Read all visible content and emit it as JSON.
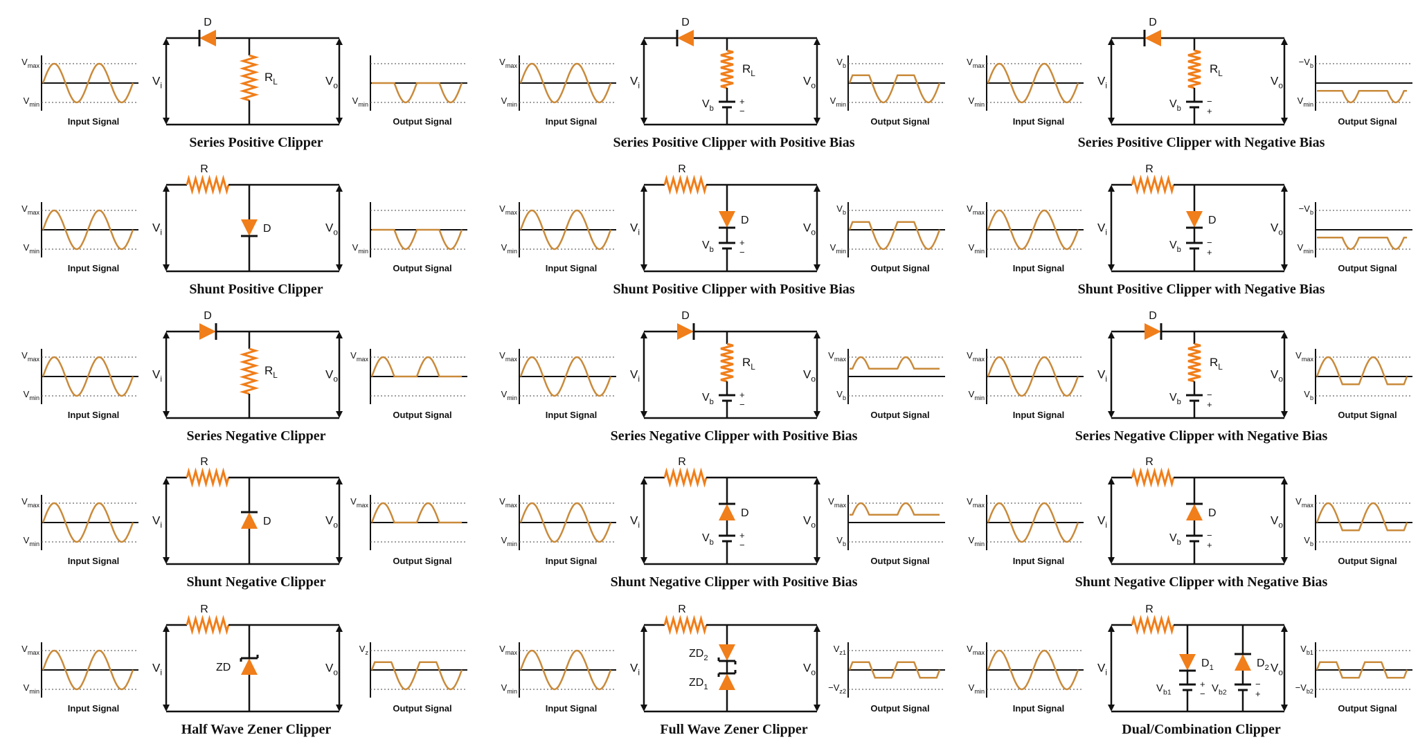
{
  "colors": {
    "wire": "#111111",
    "wave": "#c98a3a",
    "diode": "#f07e1a",
    "grid": "#666666"
  },
  "labels": {
    "input": "Input Signal",
    "output": "Output Signal",
    "vmax": "max",
    "vmin": "min",
    "vi": "i",
    "vo": "o",
    "rl": "L",
    "r": "R",
    "d": "D",
    "vb": "b",
    "zd": "ZD"
  },
  "cells": [
    {
      "title": "Series Positive Clipper",
      "circuit": "series",
      "bias": "none",
      "output": "posclip",
      "outLabels": [
        "",
        "Vmin"
      ]
    },
    {
      "title": "Series Positive Clipper with Positive Bias",
      "circuit": "series",
      "bias": "pos",
      "output": "posclipbias",
      "outLabels": [
        "Vb",
        "Vmin"
      ]
    },
    {
      "title": "Series Positive Clipper with Negative Bias",
      "circuit": "series",
      "bias": "neg",
      "output": "posclipneg",
      "outLabels": [
        "−Vb",
        "Vmin"
      ]
    },
    {
      "title": "Shunt Positive Clipper",
      "circuit": "shunt",
      "bias": "none",
      "output": "posclip",
      "outLabels": [
        "",
        "Vmin"
      ]
    },
    {
      "title": "Shunt Positive Clipper with Positive Bias",
      "circuit": "shunt",
      "bias": "pos",
      "output": "posclipbias",
      "outLabels": [
        "Vb",
        "Vmin"
      ]
    },
    {
      "title": "Shunt Positive Clipper with Negative Bias",
      "circuit": "shunt",
      "bias": "neg",
      "output": "posclipneg",
      "outLabels": [
        "−Vb",
        "Vmin"
      ]
    },
    {
      "title": "Series Negative Clipper",
      "circuit": "series",
      "bias": "none",
      "output": "negclip",
      "outLabels": [
        "Vmax",
        ""
      ]
    },
    {
      "title": "Series Negative Clipper with Positive Bias",
      "circuit": "series",
      "bias": "pos",
      "output": "negclipbias",
      "outLabels": [
        "Vmax",
        "Vb"
      ]
    },
    {
      "title": "Series Negative Clipper with Negative Bias",
      "circuit": "series",
      "bias": "neg",
      "output": "negclipneg",
      "outLabels": [
        "Vmax",
        "Vb"
      ]
    },
    {
      "title": "Shunt Negative Clipper",
      "circuit": "shunt",
      "bias": "none",
      "output": "negclip",
      "outLabels": [
        "Vmax",
        ""
      ]
    },
    {
      "title": "Shunt Negative Clipper with Positive Bias",
      "circuit": "shunt",
      "bias": "pos",
      "output": "negclipbias",
      "outLabels": [
        "Vmax",
        "Vb"
      ]
    },
    {
      "title": "Shunt Negative Clipper with Negative Bias",
      "circuit": "shunt",
      "bias": "neg",
      "output": "negclipneg",
      "outLabels": [
        "Vmax",
        "Vb"
      ]
    },
    {
      "title": "Half Wave Zener Clipper",
      "circuit": "zener1",
      "bias": "none",
      "output": "zener1",
      "outLabels": [
        "Vz",
        ""
      ]
    },
    {
      "title": "Full Wave Zener Clipper",
      "circuit": "zener2",
      "bias": "none",
      "output": "zener2",
      "outLabels": [
        "Vz1",
        "−Vz2"
      ]
    },
    {
      "title": "Dual/Combination Clipper",
      "circuit": "dual",
      "bias": "none",
      "output": "dual",
      "outLabels": [
        "Vb1",
        "−Vb2"
      ]
    }
  ]
}
